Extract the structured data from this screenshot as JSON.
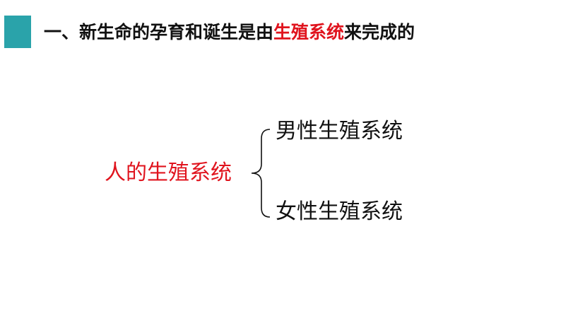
{
  "heading": {
    "prefix": "一、新生命的孕育和诞生是由",
    "highlight": "生殖系统",
    "suffix": "来完成的"
  },
  "diagram": {
    "root": "人的生殖系统",
    "branches": [
      "男性生殖系统",
      "女性生殖系统"
    ]
  },
  "colors": {
    "accent": "#2aa3aa",
    "highlight": "#e0141e",
    "text": "#111111"
  }
}
